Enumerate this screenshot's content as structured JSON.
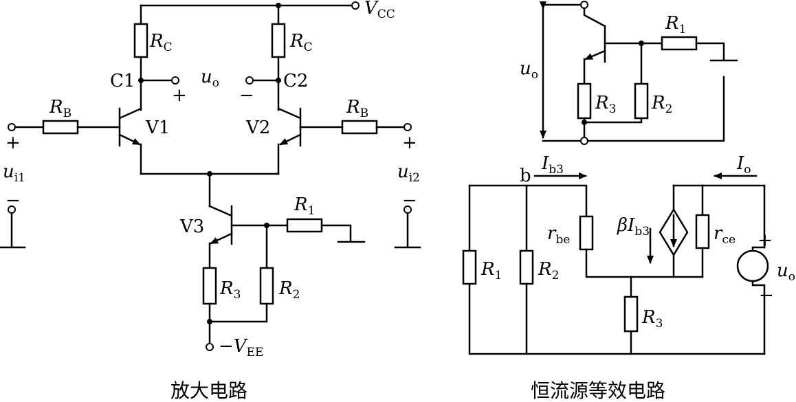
{
  "left_circuit": {
    "caption": "放大电路",
    "vcc": {
      "main": "V",
      "sub": "CC"
    },
    "vee": {
      "prefix": "−",
      "main": "V",
      "sub": "EE"
    },
    "rc_left": {
      "main": "R",
      "sub": "C"
    },
    "rc_right": {
      "main": "R",
      "sub": "C"
    },
    "rb_left": {
      "main": "R",
      "sub": "B"
    },
    "rb_right": {
      "main": "R",
      "sub": "B"
    },
    "r1": {
      "main": "R",
      "sub": "1"
    },
    "r2": {
      "main": "R",
      "sub": "2"
    },
    "r3": {
      "main": "R",
      "sub": "3"
    },
    "c1": "C1",
    "c2": "C2",
    "v1": "V1",
    "v2": "V2",
    "v3": "V3",
    "uo": {
      "main": "u",
      "sub": "o"
    },
    "uo_plus": "+",
    "uo_minus": "−",
    "ui1": {
      "main": "u",
      "sub": "i1",
      "plus": "+",
      "minus": "−"
    },
    "ui2": {
      "main": "u",
      "sub": "i2",
      "plus": "+",
      "minus": "−"
    }
  },
  "right_top_circuit": {
    "uo": {
      "main": "u",
      "sub": "o"
    },
    "r1": {
      "main": "R",
      "sub": "1"
    },
    "r2": {
      "main": "R",
      "sub": "2"
    },
    "r3": {
      "main": "R",
      "sub": "3"
    }
  },
  "right_bottom_circuit": {
    "caption": "恒流源等效电路",
    "b": "b",
    "ib3": {
      "main": "I",
      "sub": "b3"
    },
    "io": {
      "main": "I",
      "sub": "o"
    },
    "rbe": {
      "main": "r",
      "sub": "be"
    },
    "beta_ib3": {
      "main": "βI",
      "sub": "b3"
    },
    "rce": {
      "main": "r",
      "sub": "ce"
    },
    "r1": {
      "main": "R",
      "sub": "1"
    },
    "r2": {
      "main": "R",
      "sub": "2"
    },
    "r3": {
      "main": "R",
      "sub": "3"
    },
    "uo": {
      "main": "u",
      "sub": "o"
    },
    "plus": "+",
    "minus": "−"
  }
}
